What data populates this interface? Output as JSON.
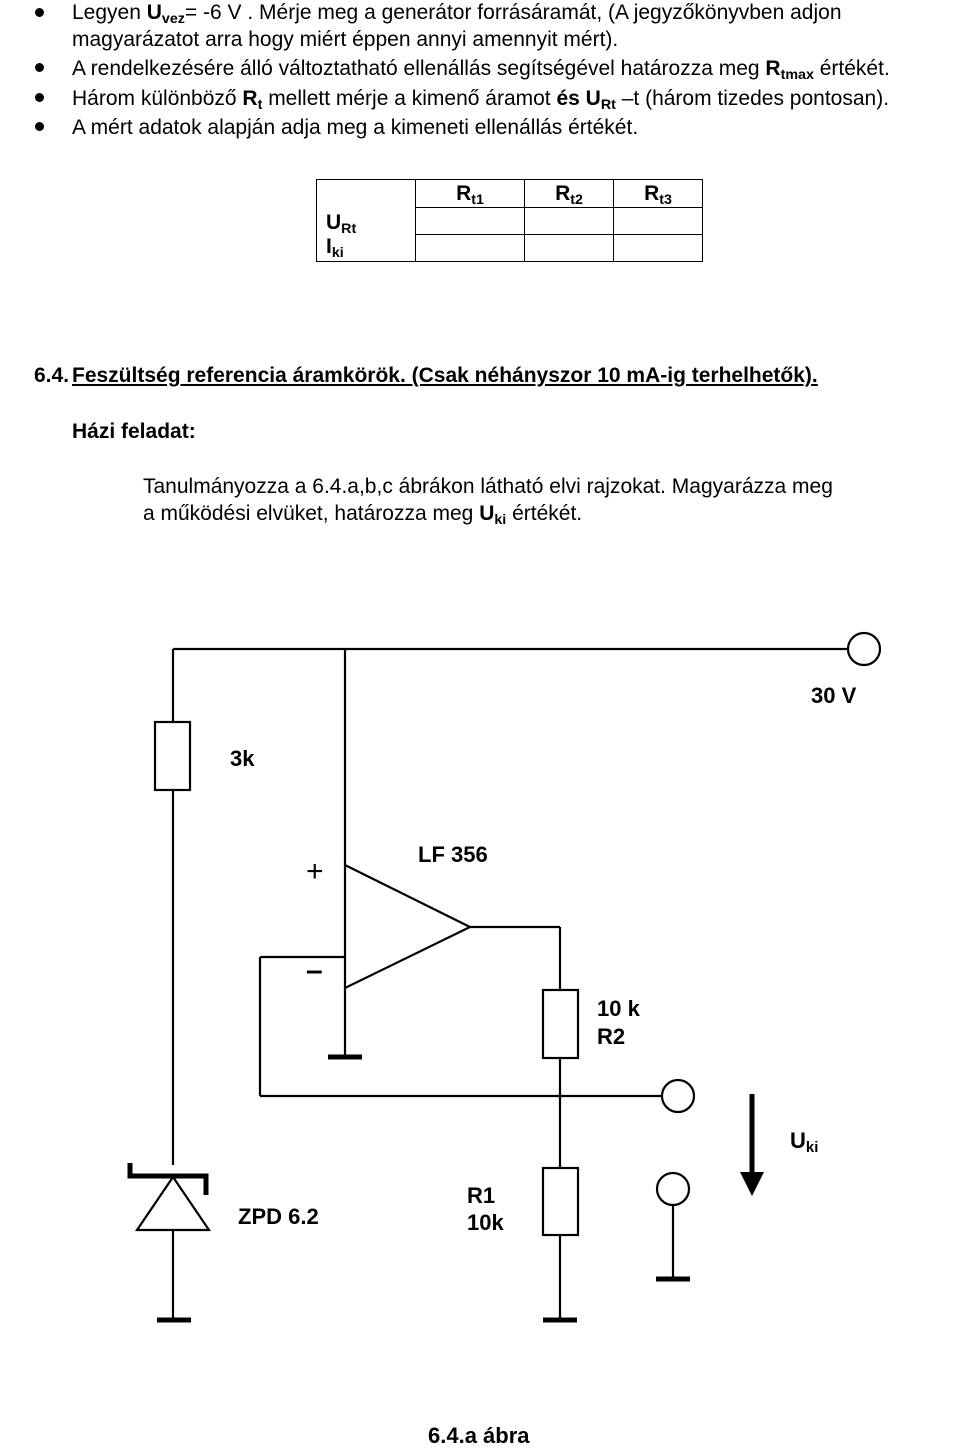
{
  "bullets": [
    {
      "parts": [
        {
          "text": "Legyen ",
          "style": "normal"
        },
        {
          "text": "U",
          "style": "bold",
          "sub": "vez"
        },
        {
          "text": "= -6 V .  Mérje meg a generátor forrásáramát, (A jegyzőkönyvben adjon",
          "style": "normal"
        }
      ],
      "continuation": "magyarázatot arra hogy miért éppen annyi amennyit mért)."
    },
    {
      "parts": [
        {
          "text": "A rendelkezésére álló változtatható ellenállás segítségével határozza meg ",
          "style": "normal"
        },
        {
          "text": "R",
          "style": "bold",
          "sub": "tmax"
        },
        {
          "text": " értékét.",
          "style": "normal"
        }
      ]
    },
    {
      "parts": [
        {
          "text": "Három különböző ",
          "style": "normal"
        },
        {
          "text": "R",
          "style": "bold",
          "sub": "t"
        },
        {
          "text": " mellett mérje a kimenő áramot ",
          "style": "normal"
        },
        {
          "text": "és U",
          "style": "bold",
          "sub": "Rt"
        },
        {
          "text": " –t (három tizedes pontosan).",
          "style": "normal"
        }
      ]
    },
    {
      "parts": [
        {
          "text": "A mért adatok alapján adja meg a kimeneti ellenállás értékét.",
          "style": "normal"
        }
      ]
    }
  ],
  "table": {
    "columns": [
      {
        "main": "R",
        "sub": "t1"
      },
      {
        "main": "R",
        "sub": "t2"
      },
      {
        "main": "R",
        "sub": "t3"
      }
    ],
    "rows": [
      {
        "main": "U",
        "sub": "Rt"
      },
      {
        "main": "I",
        "sub": "ki"
      }
    ]
  },
  "section": {
    "number": "6.4.",
    "title": "Feszültség referencia áramkörök. (Csak néhányszor 10 mA-ig terhelhetők).",
    "homework_label": "Házi feladat:",
    "homework_line1": "Tanulmányozza a 6.4.a,b,c ábrákon látható elvi rajzokat. Magyarázza meg",
    "homework_line2_pre": "a működési elvüket, határozza meg ",
    "homework_line2_var": "U",
    "homework_line2_sub": "ki",
    "homework_line2_post": "  értékét."
  },
  "circuit": {
    "supply": "30 V",
    "r_top": "3k",
    "opamp": "LF 356",
    "plus": "+",
    "minus": "–",
    "r2_value": "10 k",
    "r2_name": "R2",
    "uki_main": "U",
    "uki_sub": "ki",
    "diode": "ZPD 6.2",
    "r1_name": "R1",
    "r1_value": "10k"
  },
  "caption": "6.4.a ábra"
}
